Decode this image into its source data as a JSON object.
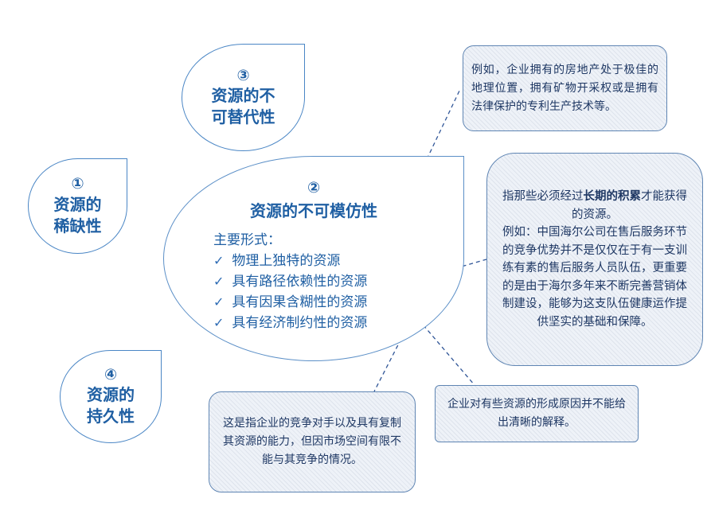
{
  "leaves": {
    "leaf1": {
      "num": "①",
      "line1": "资源的",
      "line2": "稀缺性"
    },
    "leaf3": {
      "num": "③",
      "line1": "资源的不",
      "line2": "可替代性"
    },
    "leaf4": {
      "num": "④",
      "line1": "资源的",
      "line2": "持久性"
    },
    "leaf2": {
      "num": "②",
      "title": "资源的不可模仿性"
    }
  },
  "forms": {
    "heading": "主要形式：",
    "items": [
      "物理上独特的资源",
      "具有路径依赖性的资源",
      "具有因果含糊性的资源",
      "具有经济制约性的资源"
    ]
  },
  "notes": {
    "top": "例如，企业拥有的房地产处于极佳的地理位置，拥有矿物开采权或是拥有法律保护的专利生产技术等。",
    "right": {
      "pre": "指那些必须经过",
      "highlight": "长期的积累",
      "post": "才能获得的资源。",
      "example": "例如：中国海尔公司在售后服务环节的竞争优势并不是仅仅在于有一支训练有素的售后服务人员队伍，更重要的是由于海尔多年来不断完善营销体制建设，能够为这支队伍健康运作提供坚实的基础和保障。"
    },
    "mid": "企业对有些资源的形成原因并不能给出清晰的解释。",
    "bottom": "这是指企业的竞争对手以及具有复制其资源的能力，但因市场空间有限不能与其竞争的情况。"
  },
  "colors": {
    "accent": "#1f5fa3",
    "border": "#4a86c5",
    "note_text": "#1f3864"
  }
}
